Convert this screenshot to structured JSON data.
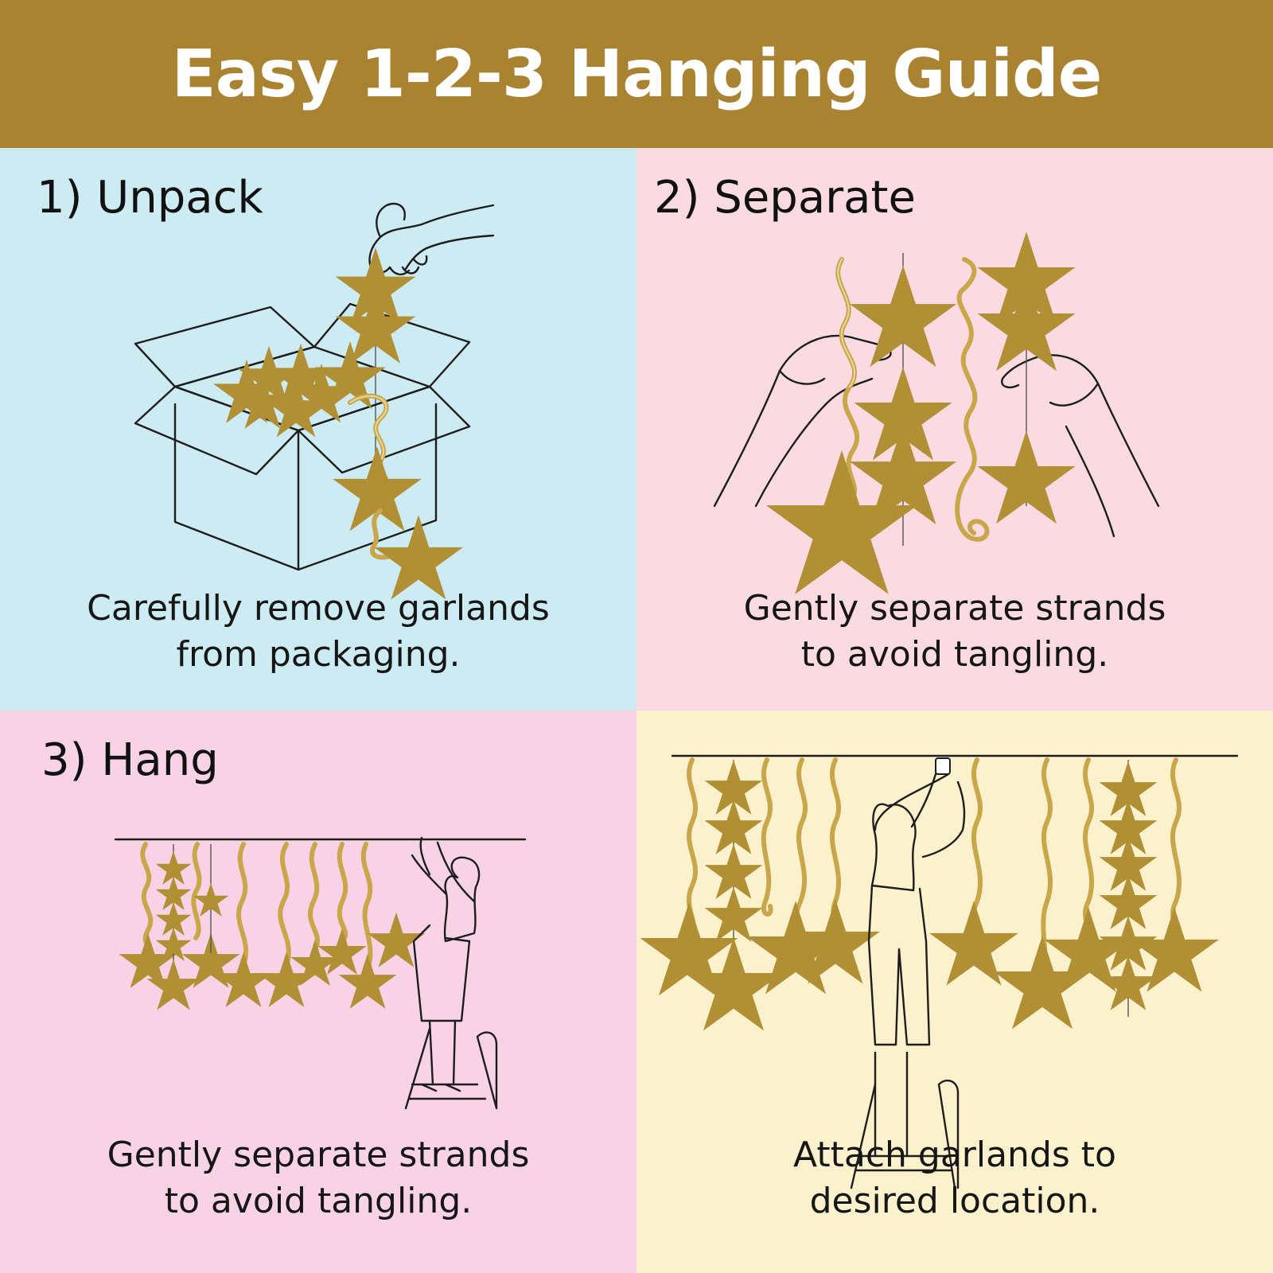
{
  "header": {
    "title": "Easy 1-2-3 Hanging Guide"
  },
  "colors": {
    "header_bg": "#a98331",
    "panel_unpack_bg": "#cdebf2",
    "panel_separate_bg": "#fadbe1",
    "panel_hang_bg": "#f7d3e5",
    "panel_attach_bg": "#fbf1cc",
    "garland_gold": "#d8b75a"
  },
  "steps": [
    {
      "title": "1) Unpack",
      "caption": [
        "Carefully remove garlands",
        "from packaging."
      ],
      "illustration": "open-box-icon"
    },
    {
      "title": "2) Separate",
      "caption": [
        "Gently separate strands",
        "to avoid tangling."
      ],
      "illustration": "hands-separating-icon"
    },
    {
      "title": "3) Hang",
      "caption": [
        "Gently separate strands",
        "to avoid tangling."
      ],
      "illustration": "woman-on-ladder-icon"
    },
    {
      "title": "",
      "caption": [
        "Attach garlands to",
        "desired location."
      ],
      "illustration": "woman-attaching-hook-icon"
    }
  ]
}
